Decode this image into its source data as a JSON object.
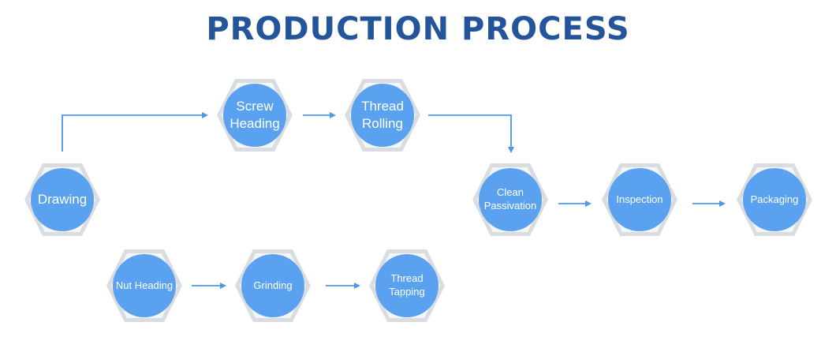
{
  "title": "PRODUCTION PROCESS",
  "colors": {
    "title": "#24549a",
    "circle": "#5aa2f0",
    "hex_outer": "#d9dde2",
    "hex_inner": "#f4f6f8",
    "arrow": "#4e97ec"
  },
  "nodes": {
    "drawing": {
      "label": "Drawing"
    },
    "screw_heading": {
      "label": "Screw Heading"
    },
    "thread_rolling": {
      "label": "Thread Rolling"
    },
    "clean_passivation": {
      "label": "Clean Passivation"
    },
    "inspection": {
      "label": "Inspection"
    },
    "packaging": {
      "label": "Packaging"
    },
    "nut_heading": {
      "label": "Nut Heading"
    },
    "grinding": {
      "label": "Grinding"
    },
    "thread_tapping": {
      "label": "Thread Tapping"
    }
  },
  "flow": [
    [
      "drawing",
      "screw_heading"
    ],
    [
      "screw_heading",
      "thread_rolling"
    ],
    [
      "thread_rolling",
      "clean_passivation"
    ],
    [
      "clean_passivation",
      "inspection"
    ],
    [
      "inspection",
      "packaging"
    ],
    [
      "nut_heading",
      "grinding"
    ],
    [
      "grinding",
      "thread_tapping"
    ]
  ]
}
